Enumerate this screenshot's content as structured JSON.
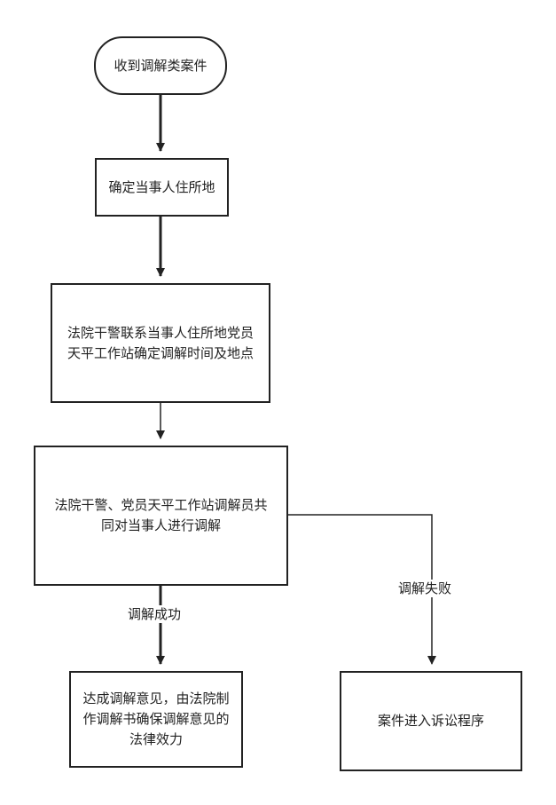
{
  "diagram": {
    "nodes": {
      "start": {
        "text": "收到调解类案件"
      },
      "confirm_address": {
        "text": "确定当事人住所地"
      },
      "contact": {
        "text": "法院干警联系当事人住所地党员天平工作站确定调解时间及地点"
      },
      "mediate": {
        "text": "法院干警、党员天平工作站调解员共同对当事人进行调解"
      },
      "success_result": {
        "text": "达成调解意见，由法院制作调解书确保调解意见的法律效力"
      },
      "fail_result": {
        "text": "案件进入诉讼程序"
      }
    },
    "edges": {
      "success_label": "调解成功",
      "fail_label": "调解失败"
    }
  }
}
